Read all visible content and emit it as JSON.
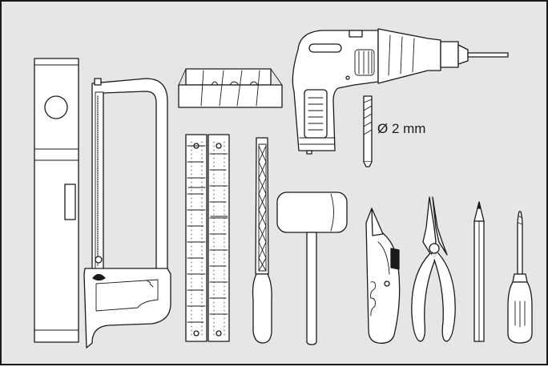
{
  "scene": {
    "background": "#e6e6e6",
    "outline": "#1a1a1a",
    "tool_fill": "#ffffff",
    "tools": [
      "spirit-level",
      "hacksaw",
      "miter-box",
      "power-drill",
      "drill-bit",
      "folding-ruler",
      "file",
      "mallet",
      "utility-knife",
      "pliers",
      "pencil",
      "screwdriver"
    ]
  },
  "drill_bit_label": "Ø 2 mm"
}
